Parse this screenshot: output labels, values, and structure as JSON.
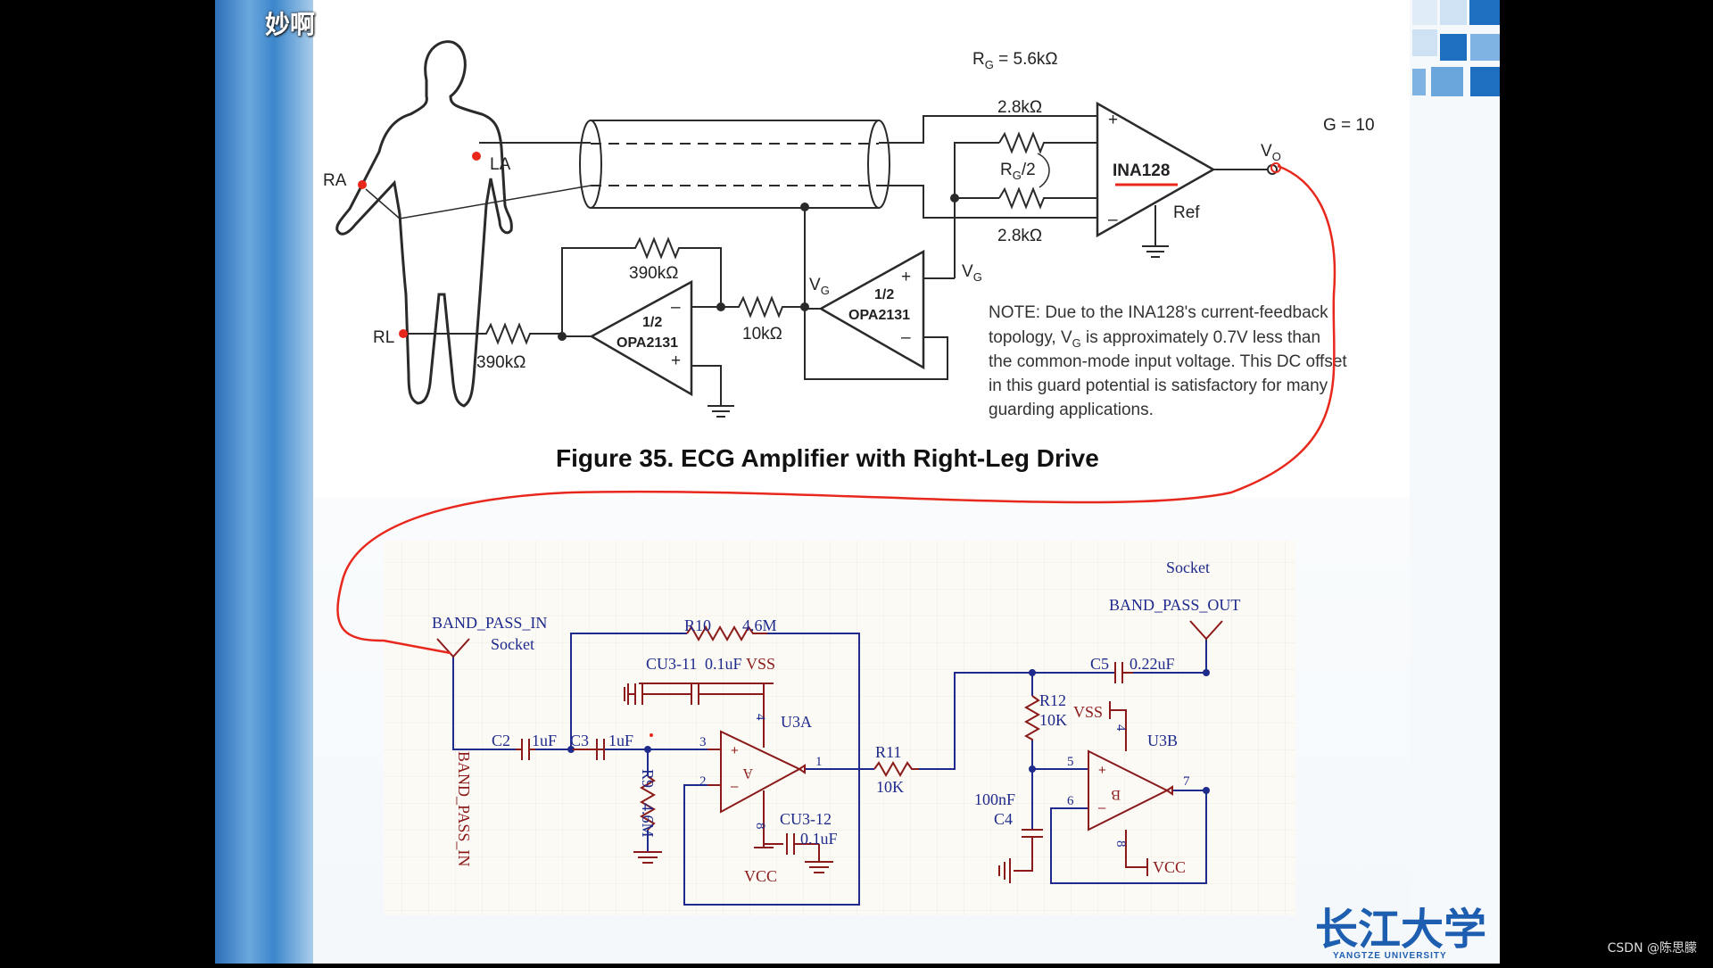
{
  "overlay": {
    "danmu": "妙啊",
    "watermark": "CSDN @陈思朦"
  },
  "figure": {
    "caption": "Figure 35.  ECG Amplifier with Right-Leg Drive",
    "rg_label": "R",
    "rg_sub": "G",
    "rg_value": " = 5.6kΩ",
    "gain": "G = 10",
    "ra": "RA",
    "la": "LA",
    "rl": "RL",
    "r_top": "2.8kΩ",
    "r_bottom": "2.8kΩ",
    "rg_half": "/2",
    "ina": "INA128",
    "ref": "Ref",
    "vo": "V",
    "vo_sub": "O",
    "vg": "V",
    "vg_sub": "G",
    "r390_fb": "390kΩ",
    "r390_in": "390kΩ",
    "r10k": "10kΩ",
    "opamp_half": "1/2",
    "opamp_name": "OPA2131",
    "note": {
      "line1": "NOTE: Due to the INA128's current-feedback",
      "line2a": "topology, V",
      "line2sub": "G",
      "line2b": " is approximately 0.7V less than",
      "line3": "the common-mode input voltage. This DC offset",
      "line4": "in this guard potential is satisfactory for many",
      "line5": "guarding applications."
    }
  },
  "schematic": {
    "socket_out": "Socket",
    "band_pass_out": "BAND_PASS_OUT",
    "band_pass_in": "BAND_PASS_IN",
    "socket_in": "Socket",
    "r10": "R10",
    "r10_val": "4.6M",
    "cu3_11": "CU3-11",
    "cu3_11_val": "0.1uF",
    "vss": "VSS",
    "u3a": "U3A",
    "u3b": "U3B",
    "c2": "C2",
    "c2_val": "1uF",
    "c3": "C3",
    "c3_val": "1uF",
    "r9": "R9",
    "r9_val": "4.6M",
    "r11": "R11",
    "r11_val": "10K",
    "c5": "C5",
    "c5_val": "0.22uF",
    "r12": "R12",
    "r12_val": "10K",
    "vss2": "VSS",
    "c4": "C4",
    "c4_val": "100nF",
    "cu3_12": "CU3-12",
    "cu3_12_val": "0.1uF",
    "vcc": "VCC",
    "vcc2": "VCC",
    "pin3": "3",
    "pin2": "2",
    "pin1": "1",
    "pin4": "4",
    "pin8": "8",
    "pin5": "5",
    "pin6": "6",
    "pin7": "7",
    "pin4b": "4",
    "pin8b": "8",
    "op_a": "A",
    "op_b": "B",
    "net_label_vert": "BAND_PASS_IN"
  },
  "logo": {
    "text": "长江大学",
    "sub": "YANGTZE UNIVERSITY"
  },
  "colors": {
    "annotation_red": "#e8281c",
    "schematic_red": "#8b1a1a",
    "wire_blue": "#1e2a8c",
    "slide_blue": "#3a84c8"
  }
}
